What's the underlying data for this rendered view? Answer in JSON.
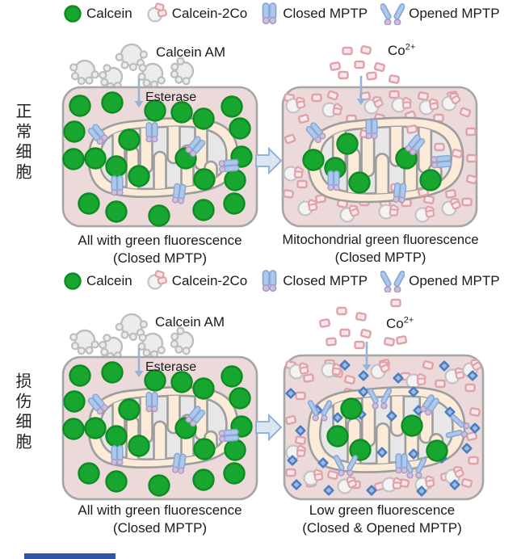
{
  "palette": {
    "calcein_green": "#17a62f",
    "calcein_green_border": "#0e8b22",
    "cell_fill": "#ecd9da",
    "cell_border": "#a6a6a6",
    "mito_fill": "#fcebd9",
    "mito_matrix": "#e7e7e7",
    "membrane_gray": "#9d9d9d",
    "cam_fill": "#ececec",
    "cam_border": "#bdbdbd",
    "co_fill": "#f9e7e9",
    "co_border": "#dfa2a9",
    "mptp_blue": "#adc8ea",
    "mptp_blue_border": "#87a9d8",
    "mptp_purple": "#ccc1dc",
    "mptp_purple_border": "#ab98c5",
    "diamond_blue": "#4a7ec0",
    "diamond_inner": "#9db9e4",
    "arrow_fill": "#dce6f3",
    "arrow_border": "#95b3d7",
    "small_arrow": "#95b3d7",
    "bottom_bar": "#2e55a8"
  },
  "legend": {
    "items": [
      {
        "icon": "calcein-icon",
        "label": "Calcein"
      },
      {
        "icon": "calcein-2co-icon",
        "label": "Calcein-2Co"
      },
      {
        "icon": "closed-mptp-icon",
        "label": "Closed MPTP"
      },
      {
        "icon": "opened-mptp-icon",
        "label": "Opened MPTP"
      }
    ]
  },
  "row_labels": {
    "normal": "正常细胞",
    "damaged": "损伤细胞"
  },
  "panels": {
    "top_left": {
      "top_label": "Calcein AM",
      "arrow_label": "Esterase",
      "caption_line1": "All with green fluorescence",
      "caption_line2": "(Closed MPTP)"
    },
    "top_right": {
      "ion_label": "Co",
      "ion_sup": "2+",
      "caption_line1": "Mitochondrial green fluorescence",
      "caption_line2": "(Closed MPTP)"
    },
    "bottom_left": {
      "top_label": "Calcein AM",
      "arrow_label": "Esterase",
      "caption_line1": "All with green fluorescence",
      "caption_line2": "(Closed MPTP)"
    },
    "bottom_right": {
      "ion_label": "Co",
      "ion_sup": "2+",
      "caption_line1": "Low green fluorescence",
      "caption_line2": "(Closed & Opened MPTP)"
    }
  }
}
